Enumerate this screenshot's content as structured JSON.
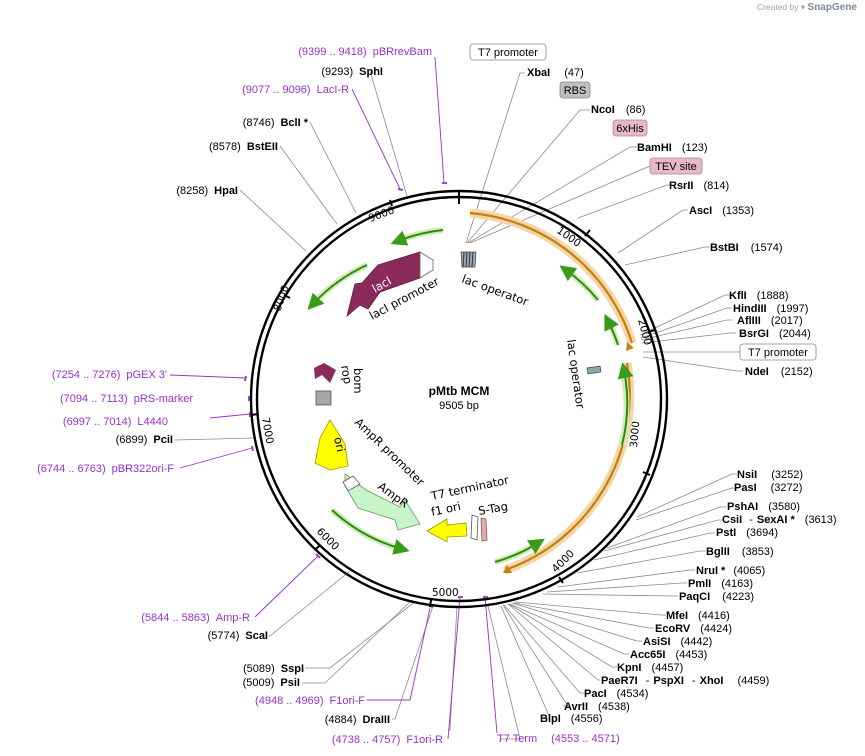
{
  "credit": {
    "prefix": "Created by",
    "brand": "SnapGene"
  },
  "plasmid": {
    "name": "pMtb MCM",
    "size": "9505 bp"
  },
  "ticks": [
    "1000",
    "2000",
    "3000",
    "4000",
    "5000",
    "6000",
    "7000",
    "8000",
    "9000"
  ],
  "features": {
    "lacI": "lacI",
    "lacI_promoter": "lacI promoter",
    "lac_operator_top": "lac operator",
    "lac_operator_right": "lac operator",
    "rop": "rop",
    "bom": "bom",
    "ori": "ori",
    "AmpR_promoter": "AmpR promoter",
    "AmpR": "AmpR",
    "T7_terminator": "T7 terminator",
    "f1_ori": "f1 ori",
    "S_Tag": "S-Tag"
  },
  "boxed_features": {
    "T7_promoter_top": "T7 promoter",
    "RBS": "RBS",
    "6xHis": "6xHis",
    "TEV_site": "TEV site",
    "T7_promoter_right": "T7 promoter"
  },
  "sites": {
    "XbaI": {
      "name": "XbaI",
      "pos": "(47)"
    },
    "NcoI": {
      "name": "NcoI",
      "pos": "(86)"
    },
    "BamHI": {
      "name": "BamHI",
      "pos": "(123)"
    },
    "RsrII": {
      "name": "RsrII",
      "pos": "(814)"
    },
    "AscI": {
      "name": "AscI",
      "pos": "(1353)"
    },
    "BstBI": {
      "name": "BstBI",
      "pos": "(1574)"
    },
    "KflI": {
      "name": "KflI",
      "pos": "(1888)"
    },
    "HindIII": {
      "name": "HindIII",
      "pos": "(1997)"
    },
    "AflIII": {
      "name": "AflIII",
      "pos": "(2017)"
    },
    "BsrGI": {
      "name": "BsrGI",
      "pos": "(2044)"
    },
    "NdeI": {
      "name": "NdeI",
      "pos": "(2152)"
    },
    "NsiI": {
      "name": "NsiI",
      "pos": "(3252)"
    },
    "PasI": {
      "name": "PasI",
      "pos": "(3272)"
    },
    "PshAI": {
      "name": "PshAI",
      "pos": "(3580)"
    },
    "CsiI": {
      "name": "CsiI",
      "sep": "-",
      "name2": "SexAI *",
      "pos": "(3613)"
    },
    "PstI": {
      "name": "PstI",
      "pos": "(3694)"
    },
    "BglII": {
      "name": "BglII",
      "pos": "(3853)"
    },
    "NruI": {
      "name": "NruI *",
      "pos": "(4065)"
    },
    "PmlI": {
      "name": "PmlI",
      "pos": "(4163)"
    },
    "PaqCI": {
      "name": "PaqCI",
      "pos": "(4223)"
    },
    "MfeI": {
      "name": "MfeI",
      "pos": "(4416)"
    },
    "EcoRV": {
      "name": "EcoRV",
      "pos": "(4424)"
    },
    "AsiSI": {
      "name": "AsiSI",
      "pos": "(4442)"
    },
    "Acc65I": {
      "name": "Acc65I",
      "pos": "(4453)"
    },
    "KpnI": {
      "name": "KpnI",
      "pos": "(4457)"
    },
    "PaeR7I": {
      "name": "PaeR7I",
      "sep": "-",
      "name2": "PspXI",
      "sep2": "-",
      "name3": "XhoI",
      "pos": "(4459)"
    },
    "PacI": {
      "name": "PacI",
      "pos": "(4534)"
    },
    "AvrII": {
      "name": "AvrII",
      "pos": "(4538)"
    },
    "BlpI": {
      "name": "BlpI",
      "pos": "(4556)"
    },
    "SphI": {
      "name": "SphI",
      "pos": "(9293)"
    },
    "BclI": {
      "name": "BclI *",
      "pos": "(8746)"
    },
    "BstEII": {
      "name": "BstEII",
      "pos": "(8578)"
    },
    "HpaI": {
      "name": "HpaI",
      "pos": "(8258)"
    },
    "PciI": {
      "name": "PciI",
      "pos": "(6899)"
    },
    "ScaI": {
      "name": "ScaI",
      "pos": "(5774)"
    },
    "SspI": {
      "name": "SspI",
      "pos": "(5089)"
    },
    "PsiI": {
      "name": "PsiI",
      "pos": "(5009)"
    },
    "DraIII": {
      "name": "DraIII",
      "pos": "(4884)"
    }
  },
  "primers": {
    "pBRrevBam": {
      "range": "(9399 .. 9418)",
      "name": "pBRrevBam"
    },
    "LacI_R": {
      "range": "(9077 .. 9096)",
      "name": "LacI-R"
    },
    "pGEX3": {
      "range": "(7254 .. 7276)",
      "name": "pGEX 3'"
    },
    "pRS_marker": {
      "range": "(7094 .. 7113)",
      "name": "pRS-marker"
    },
    "L4440": {
      "range": "(6997 .. 7014)",
      "name": "L4440"
    },
    "pBR322ori_F": {
      "range": "(6744 .. 6763)",
      "name": "pBR322ori-F"
    },
    "Amp_R": {
      "range": "(5844 .. 5863)",
      "name": "Amp-R"
    },
    "F1ori_F": {
      "range": "(4948 .. 4969)",
      "name": "F1ori-F"
    },
    "F1ori_R": {
      "range": "(4738 .. 4757)",
      "name": "F1ori-R"
    },
    "T7_Term": {
      "name": "T7 Term",
      "range": "(4553 .. 4571)"
    }
  },
  "colors": {
    "backbone": "#000000",
    "lacI": "#8b2b5a",
    "rop": "#8b2b5a",
    "ori": "#ffff00",
    "AmpR": "#c8f5c8",
    "orf_arrow": "#3a9a1a",
    "orange_orf": "#e2a03c",
    "primer": "#9b30c9",
    "tev": "#e8b8c8",
    "rbs": "#c0c0c0"
  }
}
